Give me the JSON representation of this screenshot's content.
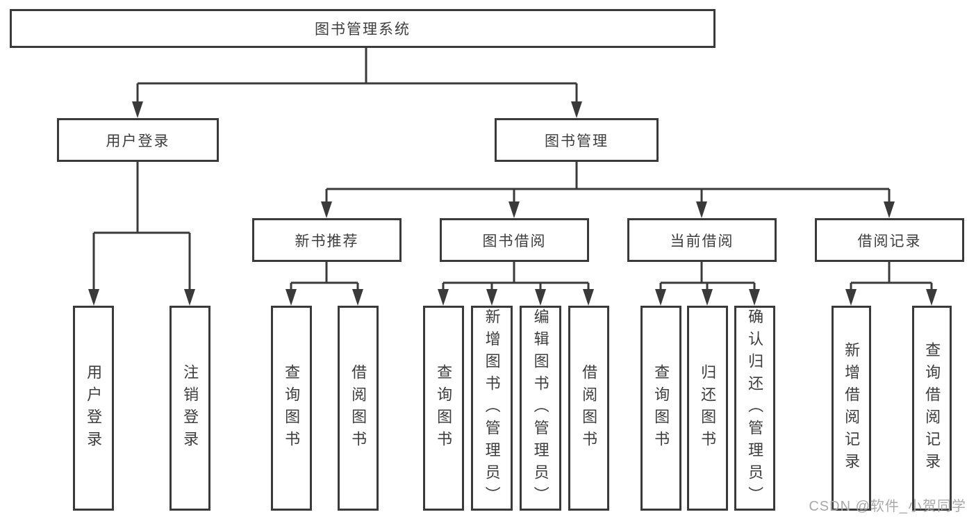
{
  "diagram": {
    "title": "图书管理系统",
    "root": {
      "label": "图书管理系统"
    },
    "level2": [
      {
        "label": "用户登录"
      },
      {
        "label": "图书管理"
      }
    ],
    "level3": [
      {
        "label": "新书推荐",
        "parent": "图书管理"
      },
      {
        "label": "图书借阅",
        "parent": "图书管理"
      },
      {
        "label": "当前借阅",
        "parent": "图书管理"
      },
      {
        "label": "借阅记录",
        "parent": "图书管理"
      }
    ],
    "leaves": [
      {
        "label": "用户登录",
        "parent": "用户登录"
      },
      {
        "label": "注销登录",
        "parent": "用户登录"
      },
      {
        "label": "查询图书",
        "parent": "新书推荐"
      },
      {
        "label": "借阅图书",
        "parent": "新书推荐"
      },
      {
        "label": "查询图书",
        "parent": "图书借阅"
      },
      {
        "label": "新增图书（管理员）",
        "parent": "图书借阅"
      },
      {
        "label": "编辑图书（管理员）",
        "parent": "图书借阅"
      },
      {
        "label": "借阅图书",
        "parent": "图书借阅"
      },
      {
        "label": "查询图书",
        "parent": "当前借阅"
      },
      {
        "label": "归还图书",
        "parent": "当前借阅"
      },
      {
        "label": "确认归还（管理员）",
        "parent": "当前借阅"
      },
      {
        "label": "新增借阅记录",
        "parent": "借阅记录"
      },
      {
        "label": "查询借阅记录",
        "parent": "借阅记录"
      }
    ],
    "colors": {
      "line": "#3a3a3a",
      "text": "#3d3d3d",
      "box_fill": "#ffffff"
    }
  },
  "watermark": {
    "text": "CSDN @软件_小贺同学",
    "color": "#a8a8a8"
  }
}
